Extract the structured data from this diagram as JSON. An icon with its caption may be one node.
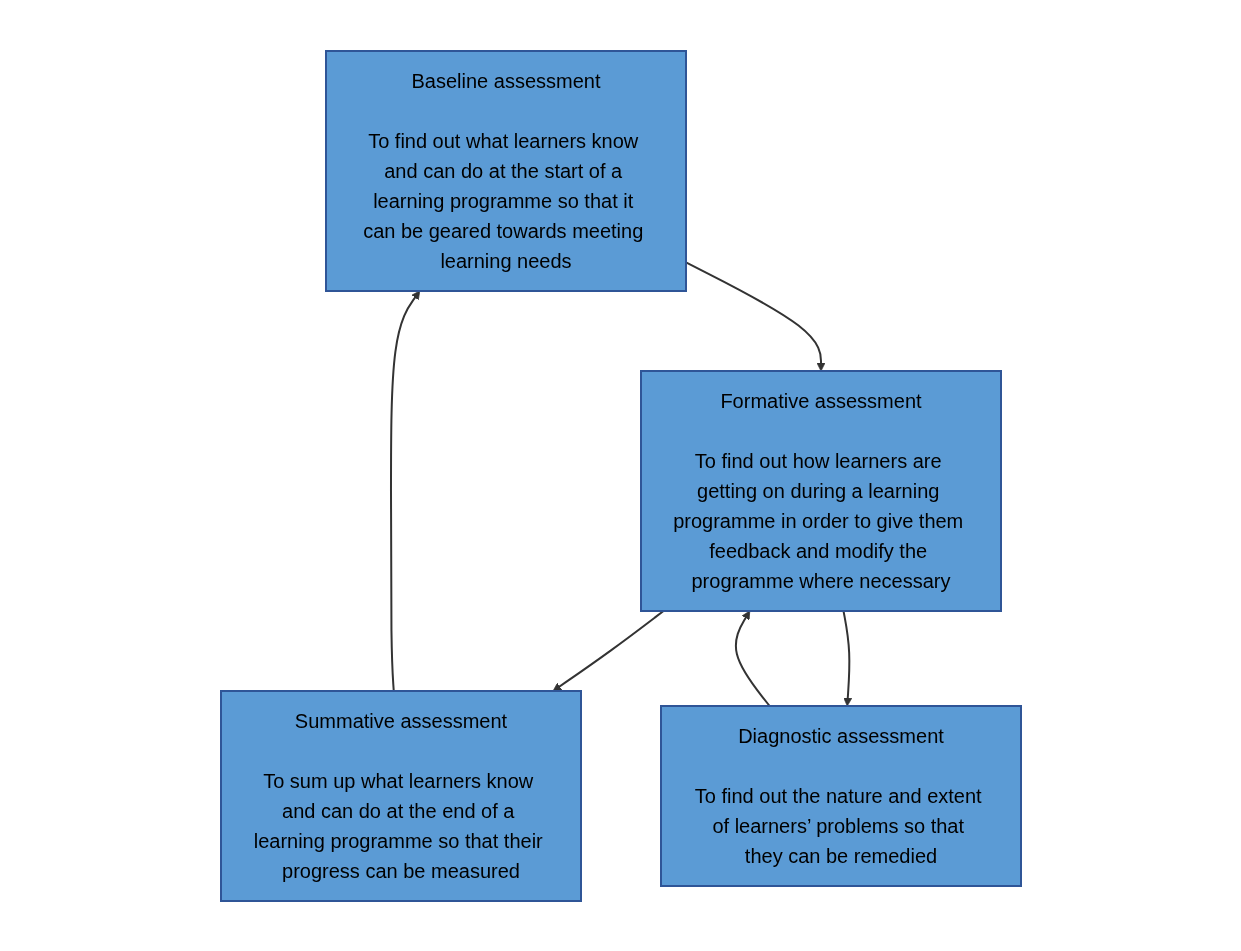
{
  "diagram": {
    "nodes": [
      {
        "text": [
          "Baseline assessment",
          "To find out what learners know and can do at the start of a learning programme so that it can be geared towards meeting learning needs"
        ]
      },
      {
        "text": [
          "Formative assessment",
          "To find out how learners are getting on during a learning programme in order to give them feedback and modify the programme where necessary"
        ]
      },
      {
        "text": [
          "Summative assessment",
          "To sum up what learners know and can do at the end of a learning programme so that their progress can be measured"
        ]
      },
      {
        "text": [
          "Diagnostic assessment",
          "To find out the nature and extent of learners’ problems so that they can be remedied"
        ]
      }
    ],
    "edges": [
      {
        "from": 0,
        "to": 1,
        "arrow": "to"
      },
      {
        "from": 1,
        "to": 2,
        "arrow": "to"
      },
      {
        "from": 2,
        "to": 0,
        "arrow": "to"
      },
      {
        "from": 3,
        "to": 1,
        "arrow": "to"
      },
      {
        "from": 1,
        "to": 3,
        "arrow": "to"
      }
    ]
  }
}
